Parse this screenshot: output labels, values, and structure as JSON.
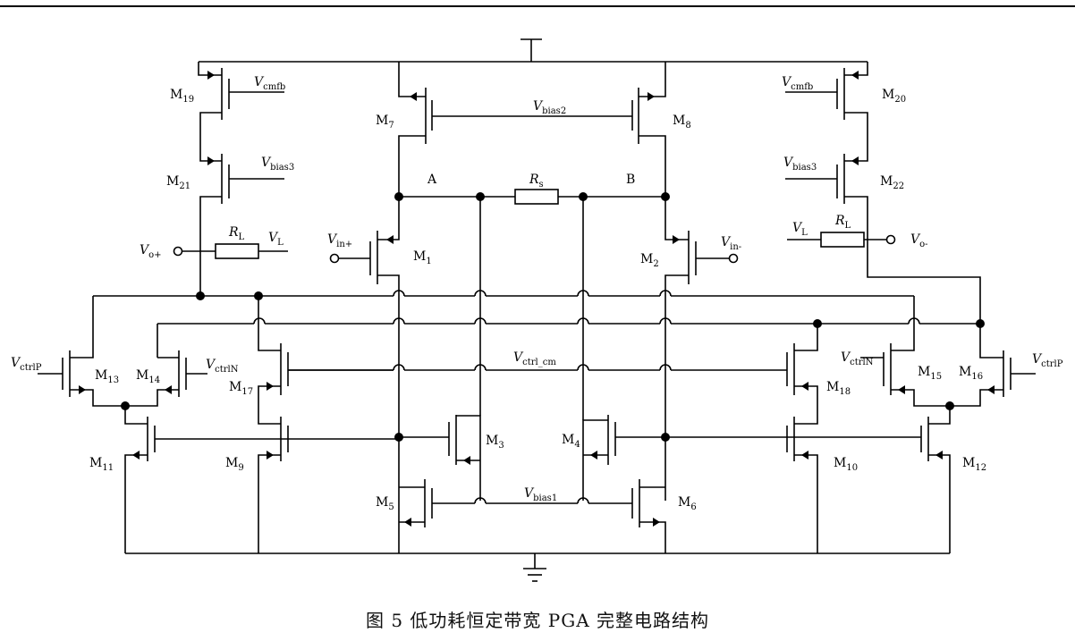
{
  "figure": {
    "caption": "图 5   低功耗恒定带宽 PGA 完整电路结构"
  },
  "labels": {
    "M1": "M",
    "M1s": "1",
    "M2": "M",
    "M2s": "2",
    "M3": "M",
    "M3s": "3",
    "M4": "M",
    "M4s": "4",
    "M5": "M",
    "M5s": "5",
    "M6": "M",
    "M6s": "6",
    "M7": "M",
    "M7s": "7",
    "M8": "M",
    "M8s": "8",
    "M9": "M",
    "M9s": "9",
    "M10": "M",
    "M10s": "10",
    "M11": "M",
    "M11s": "11",
    "M12": "M",
    "M12s": "12",
    "M13": "M",
    "M13s": "13",
    "M14": "M",
    "M14s": "14",
    "M15": "M",
    "M15s": "15",
    "M16": "M",
    "M16s": "16",
    "M17": "M",
    "M17s": "17",
    "M18": "M",
    "M18s": "18",
    "M19": "M",
    "M19s": "19",
    "M20": "M",
    "M20s": "20",
    "M21": "M",
    "M21s": "21",
    "M22": "M",
    "M22s": "22",
    "nodeA": "A",
    "nodeB": "B",
    "Rs": "R",
    "Rss": "s",
    "RL1": "R",
    "RL1s": "L",
    "RL2": "R",
    "RL2s": "L",
    "VL1": "V",
    "VL1s": "L",
    "VL2": "V",
    "VL2s": "L",
    "Vop": "V",
    "Vops": "o+",
    "Vom": "V",
    "Voms": "o-",
    "Vinp": "V",
    "Vinps": "in+",
    "Vinm": "V",
    "Vinms": "in-",
    "Vcmfb1": "V",
    "Vcmfb1s": "cmfb",
    "Vcmfb2": "V",
    "Vcmfb2s": "cmfb",
    "Vbias3a": "V",
    "Vbias3as": "bias3",
    "Vbias3b": "V",
    "Vbias3bs": "bias3",
    "Vbias2": "V",
    "Vbias2s": "bias2",
    "Vbias1": "V",
    "Vbias1s": "bias1",
    "Vctrlcm": "V",
    "Vctrlcms": "ctrl_cm",
    "VctrlP1": "V",
    "VctrlP1s": "ctrlP",
    "VctrlP2": "V",
    "VctrlP2s": "ctrlP",
    "VctrlN1": "V",
    "VctrlN1s": "ctrlN",
    "VctrlN2": "V",
    "VctrlN2s": "ctrlN"
  }
}
